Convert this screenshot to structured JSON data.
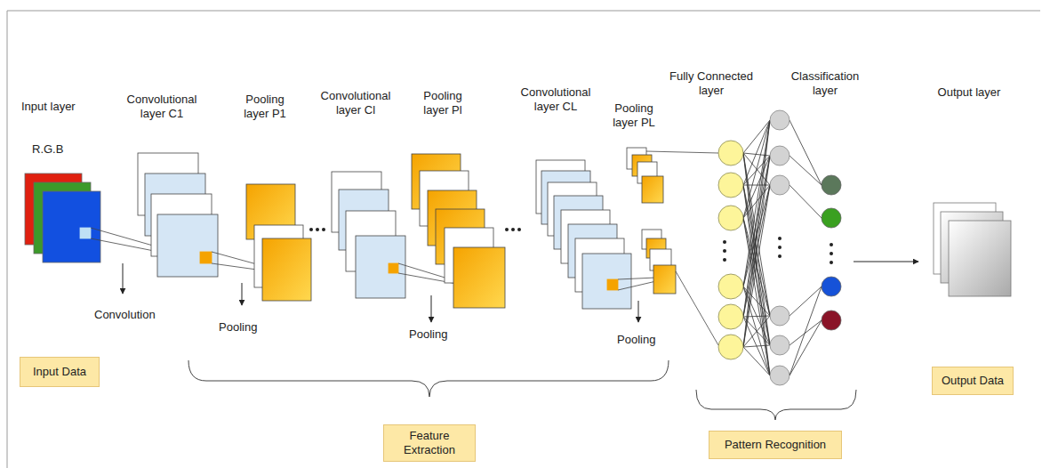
{
  "diagram": {
    "nodes": [
      {
        "text": [
          "Input Data"
        ]
      },
      {
        "text": [
          "Feature Extraction"
        ]
      },
      {
        "text": [
          "Pattern Recognition"
        ]
      },
      {
        "text": [
          "Output Data"
        ]
      }
    ],
    "labels": [
      "Input layer",
      "R.G.B",
      "Convolutional layer C1",
      "Pooling layer P1",
      "Convolutional layer Cl",
      "Pooling layer Pl",
      "Convolutional layer CL",
      "Pooling layer PL",
      "Fully Connected layer",
      "Classification layer",
      "Output layer",
      "Convolution",
      "Pooling",
      "Pooling",
      "Pooling"
    ]
  }
}
